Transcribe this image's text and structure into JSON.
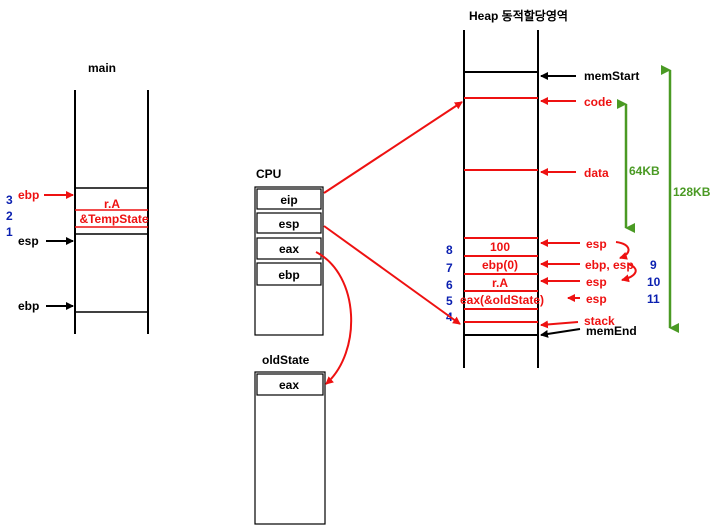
{
  "main": {
    "title": "main",
    "cell_label": "r.A",
    "cell_label2": "&TempState",
    "ebp_red": "ebp",
    "esp": "esp",
    "ebp": "ebp",
    "step3": "3",
    "step2": "2",
    "step1": "1"
  },
  "cpu": {
    "title": "CPU",
    "registers": [
      "eip",
      "esp",
      "eax",
      "ebp"
    ]
  },
  "oldstate": {
    "title": "oldState",
    "register": "eax"
  },
  "heap": {
    "title": "Heap 동적할당영역",
    "memstart": "memStart",
    "memend": "memEnd",
    "code": "code",
    "data": "data",
    "stack": "stack",
    "size64": "64KB",
    "size128": "128KB",
    "cells": [
      "100",
      "ebp(0)",
      "r.A",
      "eax(&oldState)"
    ],
    "cell_nums": [
      "8",
      "7",
      "6",
      "5",
      "4"
    ],
    "right_labels": [
      "esp",
      "ebp, esp",
      "esp",
      "esp"
    ],
    "right_nums": [
      "9",
      "10",
      "11"
    ]
  },
  "colors": {
    "red": "#ee1111",
    "blue": "#0a1fb0",
    "green": "#4a9a24",
    "black": "#000000"
  }
}
